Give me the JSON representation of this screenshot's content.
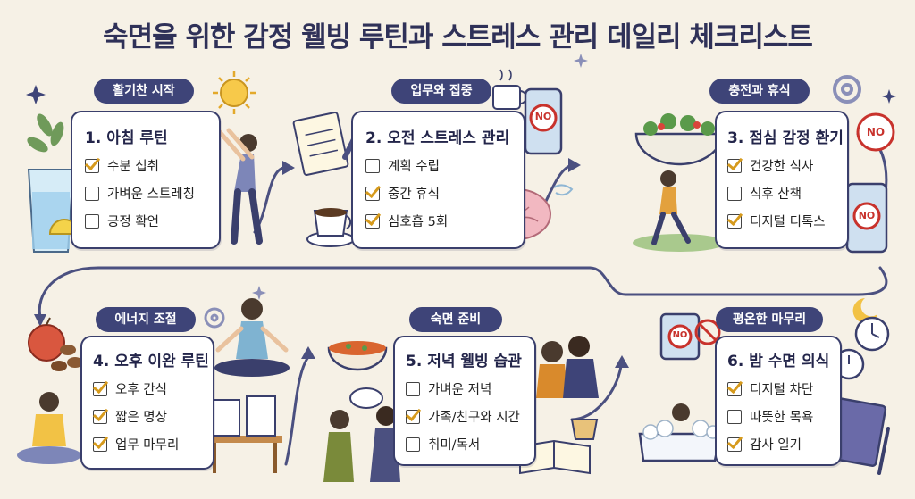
{
  "title": "숙면을 위한 감정 웰빙 루틴과 스트레스 관리 데일리 체크리스트",
  "sections": [
    {
      "tab": "활기찬 시작",
      "heading": "1. 아침 루틴",
      "items": [
        {
          "label": "수분 섭취",
          "checked": true
        },
        {
          "label": "가벼운 스트레칭",
          "checked": false
        },
        {
          "label": "긍정 확언",
          "checked": false
        }
      ]
    },
    {
      "tab": "업무와 집중",
      "heading": "2. 오전 스트레스 관리",
      "items": [
        {
          "label": "계획 수립",
          "checked": false
        },
        {
          "label": "중간 휴식",
          "checked": true
        },
        {
          "label": "심호흡 5회",
          "checked": true
        }
      ]
    },
    {
      "tab": "충전과 휴식",
      "heading": "3. 점심 감정 환기",
      "items": [
        {
          "label": "건강한 식사",
          "checked": true
        },
        {
          "label": "식후 산책",
          "checked": false
        },
        {
          "label": "디지털 디톡스",
          "checked": true
        }
      ]
    },
    {
      "tab": "에너지 조절",
      "heading": "4. 오후 이완 루틴",
      "items": [
        {
          "label": "오후 간식",
          "checked": true
        },
        {
          "label": "짧은 명상",
          "checked": true
        },
        {
          "label": "업무 마무리",
          "checked": true
        }
      ]
    },
    {
      "tab": "숙면 준비",
      "heading": "5. 저녁 웰빙 습관",
      "items": [
        {
          "label": "가벼운 저녁",
          "checked": false
        },
        {
          "label": "가족/친구와 시간",
          "checked": true
        },
        {
          "label": "취미/독서",
          "checked": false
        }
      ]
    },
    {
      "tab": "평온한 마무리",
      "heading": "6. 밤 수면 의식",
      "items": [
        {
          "label": "디지털 차단",
          "checked": true
        },
        {
          "label": "따뜻한 목욕",
          "checked": false
        },
        {
          "label": "감사 일기",
          "checked": true
        }
      ]
    }
  ],
  "no_sign_text": "NO",
  "colors": {
    "navy": "#3e4478",
    "check": "#d69a1c",
    "background": "#f6f1e6"
  }
}
